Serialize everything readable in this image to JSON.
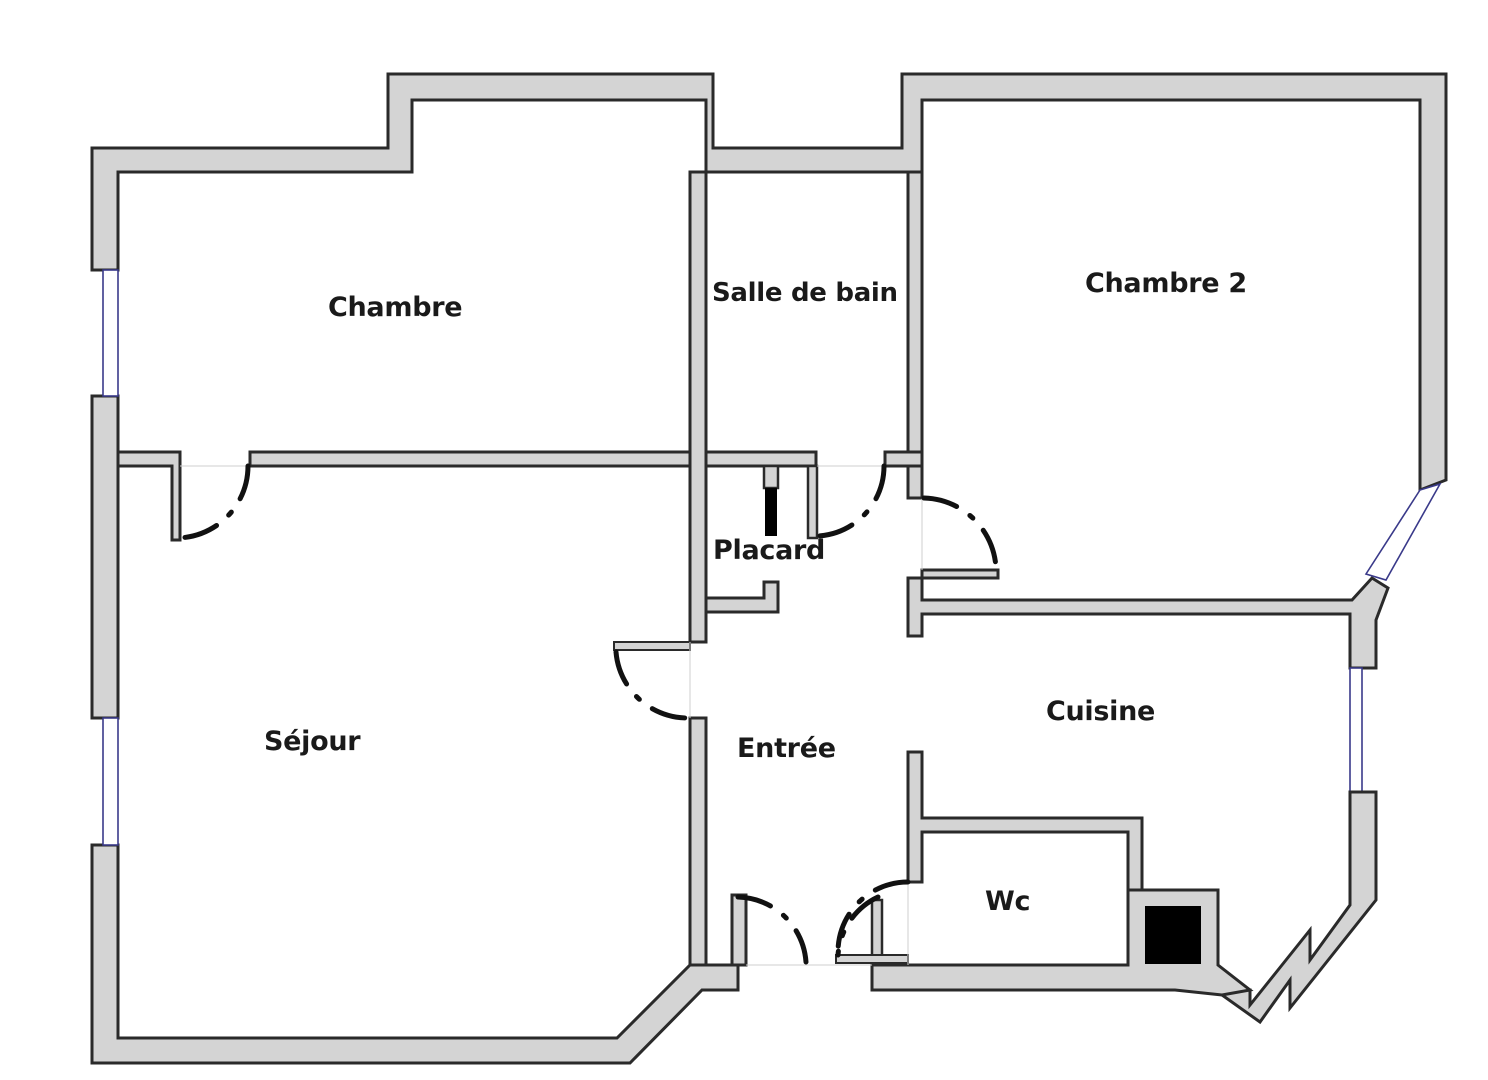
{
  "plan": {
    "rooms": {
      "chambre": "Chambre",
      "salle_de_bain": "Salle de bain",
      "chambre_2": "Chambre 2",
      "placard": "Placard",
      "sejour": "Séjour",
      "entree": "Entrée",
      "cuisine": "Cuisine",
      "wc": "Wc"
    },
    "colors": {
      "wall_fill": "#d4d4d4",
      "wall_stroke": "#2a2a2a",
      "window_stroke": "#3a3a8a",
      "background": "#ffffff"
    }
  }
}
